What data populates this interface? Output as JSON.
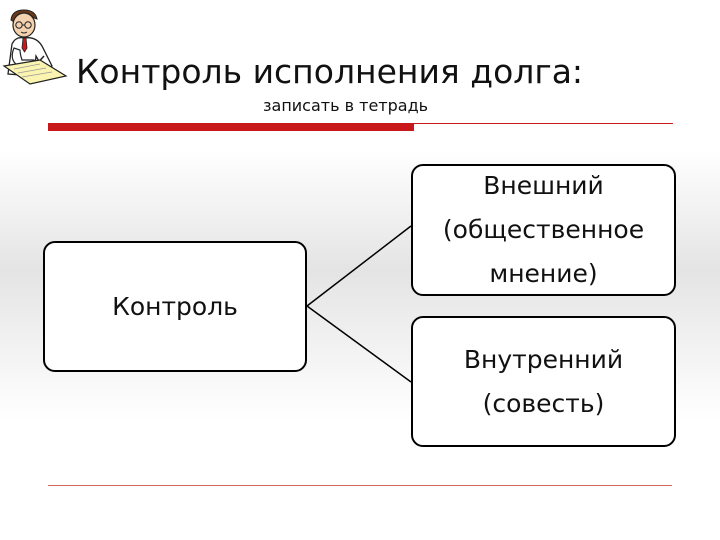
{
  "slide": {
    "title": "Контроль исполнения долга:",
    "subtitle": "записать в тетрадь"
  },
  "clipart": {
    "icon": "doctor-writing-icon"
  },
  "colors": {
    "accent": "#c8181c",
    "rule_bottom": "#d06a5e",
    "box_border": "#000000"
  },
  "diagram": {
    "root": {
      "label": "Контроль"
    },
    "children": [
      {
        "line1": "Внешний",
        "line2": "(общественное",
        "line3": "мнение)"
      },
      {
        "line1": "Внутренний",
        "line2": "(совесть)"
      }
    ]
  }
}
